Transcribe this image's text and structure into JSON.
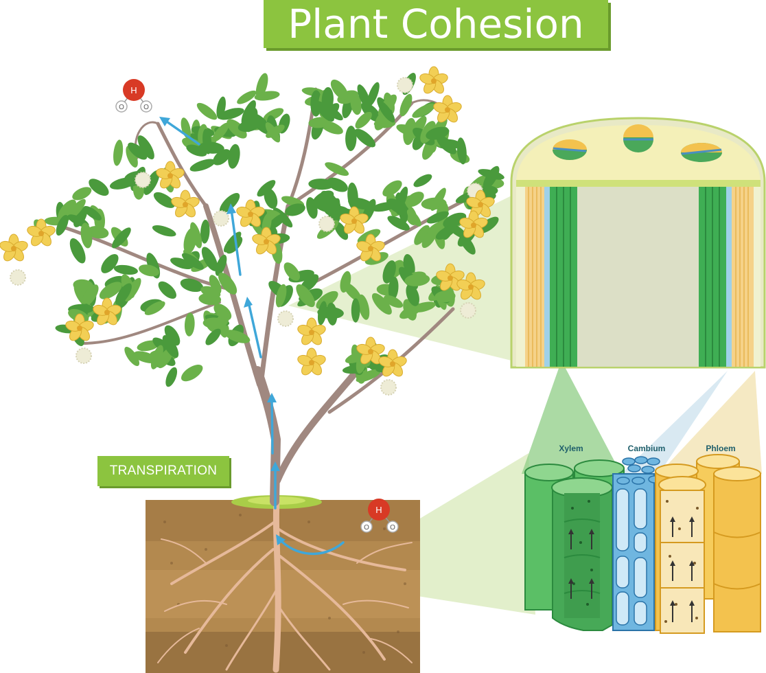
{
  "title": "Plant Cohesion",
  "process_label": "TRANSPIRATION",
  "tissues": {
    "xylem": "Xylem",
    "cambium": "Cambium",
    "phloem": "Phloem"
  },
  "molecule": {
    "hydrogen": "H",
    "oxygen": "O"
  },
  "colors": {
    "title_bg": "#8cc43f",
    "leaf": "#4a9a3c",
    "branch": "#a08880",
    "flower": "#f2cf55",
    "water_arrow": "#3fa7d9",
    "soil": "#b3894f",
    "root": "#e6b99a",
    "xylem": "#3fae54",
    "cambium": "#6fb6e0",
    "phloem": "#f3c24e",
    "water_molecule_h": "#d83a25"
  }
}
